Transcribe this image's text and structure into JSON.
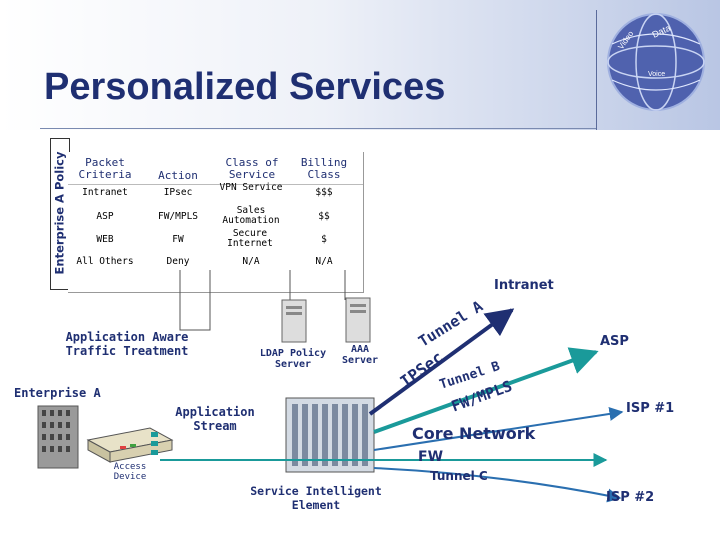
{
  "header": {
    "title": "Personalized Services",
    "logo_words": [
      "Data",
      "Video",
      "Voice"
    ]
  },
  "side_label": "Enterprise A Policy",
  "table": {
    "columns": [
      "Packet Criteria",
      "Action",
      "Class of Service",
      "Billing Class"
    ],
    "rows": [
      [
        "Intranet",
        "IPsec",
        "VPN Service",
        "$$$"
      ],
      [
        "ASP",
        "FW/MPLS",
        "Sales Automation",
        "$$"
      ],
      [
        "WEB",
        "FW",
        "Secure Internet",
        "$"
      ],
      [
        "All Others",
        "Deny",
        "N/A",
        "N/A"
      ]
    ]
  },
  "labels": {
    "intranet": "Intranet",
    "asp": "ASP",
    "isp1": "ISP #1",
    "isp2": "ISP #2",
    "core_network": "Core Network",
    "fw": "FW",
    "tunnel_c": "Tunnel C",
    "tunnel_a": "Tunnel A",
    "ipsec": "IPSec",
    "tunnel_b": "Tunnel B",
    "fw_mpls": "FW/MPLS",
    "app_aware": "Application Aware Traffic Treatment",
    "ldap": "LDAP Policy Server",
    "aaa": "AAA Server",
    "enterprise_a": "Enterprise A",
    "app_stream": "Application Stream",
    "access_device": "Access Device",
    "service_element": "Service Intelligent Element"
  },
  "colors": {
    "title": "#1f2f72",
    "ipsec_line": "#1f2f72",
    "fw_line": "#1a9a9a",
    "core_line": "#2a6fb0"
  }
}
